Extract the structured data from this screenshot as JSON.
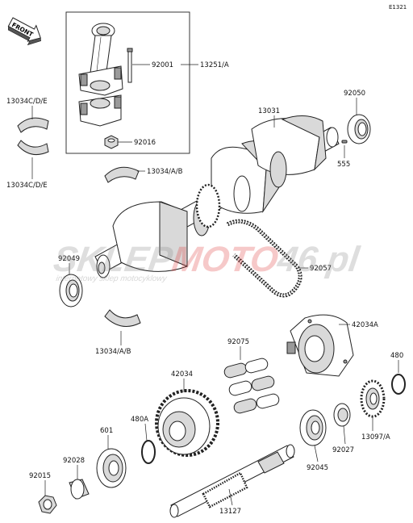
{
  "diagram_code": "E1321",
  "front_marker": "FRONT",
  "watermark": {
    "brand_left": "SKLEP",
    "brand_mid": "MOTO",
    "brand_num": "46",
    "brand_tld": ".pl",
    "tagline": "internetowy sklep motocyklowy",
    "color_gray": "#8c8c8c",
    "color_red": "#e04040"
  },
  "labels": {
    "l92001": "92001",
    "l13251": "13251/A",
    "l13034cde_top": "13034C/D/E",
    "l13034cde_bot": "13034C/D/E",
    "l92016": "92016",
    "l13034ab_top": "13034/A/B",
    "l13031": "13031",
    "l92050": "92050",
    "l555": "555",
    "l92049": "92049",
    "l92057": "92057",
    "l13034ab_bot": "13034/A/B",
    "l42034a": "42034A",
    "l92075": "92075",
    "l480": "480",
    "l42034": "42034",
    "l480a": "480A",
    "l601": "601",
    "l13097": "13097/A",
    "l92028": "92028",
    "l92027": "92027",
    "l92015": "92015",
    "l92045": "92045",
    "l13127": "13127"
  }
}
